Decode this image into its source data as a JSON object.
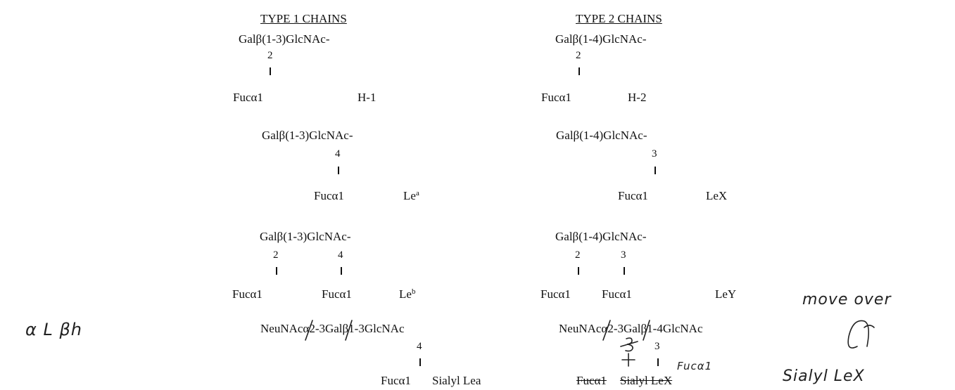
{
  "type1": {
    "heading": "TYPE 1 CHAINS",
    "h1": {
      "chain": "Galβ(1-3)GlcNAc-",
      "pos": "2",
      "fuc": "Fucα1",
      "label": "H-1"
    },
    "lea": {
      "chain": "Galβ(1-3)GlcNAc-",
      "pos": "4",
      "fuc": "Fucα1",
      "label_base": "Le",
      "label_sup": "a"
    },
    "leb": {
      "chain": "Galβ(1-3)GlcNAc-",
      "pos1": "2",
      "pos2": "4",
      "fuc1": "Fucα1",
      "fuc2": "Fucα1",
      "label_base": "Le",
      "label_sup": "b"
    },
    "slea": {
      "chain": "NeuNAcα2-3Galβ1-3GlcNAc",
      "pos": "4",
      "fuc": "Fucα1",
      "label": "Sialyl Lea"
    }
  },
  "type2": {
    "heading": "TYPE 2 CHAINS",
    "h2": {
      "chain": "Galβ(1-4)GlcNAc-",
      "pos": "2",
      "fuc": "Fucα1",
      "label": "H-2"
    },
    "lex": {
      "chain": "Galβ(1-4)GlcNAc-",
      "pos": "3",
      "fuc": "Fucα1",
      "label": "LeX"
    },
    "ley": {
      "chain": "Galβ(1-4)GlcNAc-",
      "pos1": "2",
      "pos2": "3",
      "fuc1": "Fucα1",
      "fuc2": "Fucα1",
      "label": "LeY"
    },
    "slex": {
      "chain": "NeuNAcα2-3Galβ1-4GlcNAc",
      "pos": "3",
      "fuc": "Fucα1",
      "label": "Sialyl LeX"
    }
  },
  "handwritten": {
    "left_note": "α L βh",
    "move_over": "move over",
    "sialyl_lex": "Sialyl LeX",
    "fuc_scribble": "Fucα1"
  }
}
